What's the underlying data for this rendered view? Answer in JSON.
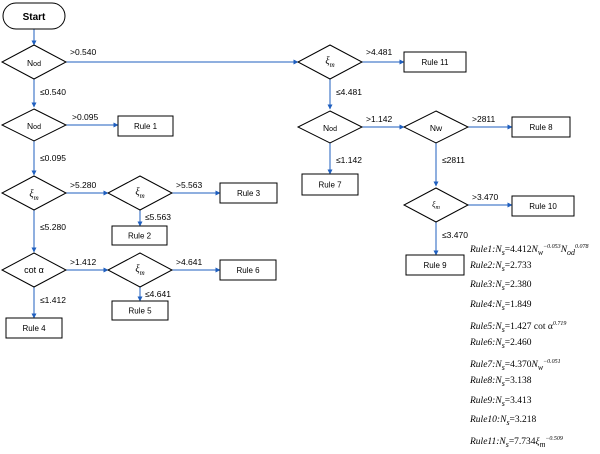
{
  "diagram": {
    "start": "Start",
    "nodes": {
      "d1": {
        "var": "N",
        "sub": "od"
      },
      "d2": {
        "var": "N",
        "sub": "od"
      },
      "d3": {
        "var": "ξ",
        "sub": "m"
      },
      "d4": {
        "var": "ξ",
        "sub": "m"
      },
      "d5": {
        "var": "cot α",
        "sub": ""
      },
      "d6": {
        "var": "ξ",
        "sub": "m"
      },
      "d7": {
        "var": "ξ",
        "sub": "m"
      },
      "d8": {
        "var": "N",
        "sub": "od"
      },
      "d9": {
        "var": "Nw",
        "sub": ""
      },
      "d10": {
        "var": "ξ",
        "sub": "m"
      }
    },
    "edges": {
      "e1": ">0.540",
      "e2": "≤0.540",
      "e3": ">0.095",
      "e4": "≤0.095",
      "e5": ">5.280",
      "e6": ">5.563",
      "e7": "≤5.563",
      "e8": "≤5.280",
      "e9": ">1.412",
      "e10": ">4.641",
      "e11": "≤4.641",
      "e12": "≤1.412",
      "e13": ">4.481",
      "e14": "≤4.481",
      "e15": ">1.142",
      "e16": "≤1.142",
      "e17": ">2811",
      "e18": "≤2811",
      "e19": ">3.470",
      "e20": "≤3.470"
    },
    "rules": {
      "r1": "Rule 1",
      "r2": "Rule 2",
      "r3": "Rule 3",
      "r4": "Rule 4",
      "r5": "Rule 5",
      "r6": "Rule 6",
      "r7": "Rule 7",
      "r8": "Rule 8",
      "r9": "Rule 9",
      "r10": "Rule 10",
      "r11": "Rule 11"
    }
  },
  "formulas": [
    {
      "label": "Rule1",
      "lhs": "N",
      "lsub": "s",
      "eq": "=4.412",
      "tail": "N",
      "tsub": "w",
      "sup": "−0.053",
      "tail2": "N",
      "t2sub": "od",
      "sup2": "0.078"
    },
    {
      "label": "Rule2",
      "lhs": "N",
      "lsub": "s",
      "eq": "=2.733"
    },
    {
      "label": "Rule3",
      "lhs": "N",
      "lsub": "s",
      "eq": "=2.380"
    },
    {
      "label": "Rule4",
      "lhs": "N",
      "lsub": "s",
      "eq": "=1.849"
    },
    {
      "label": "Rule5",
      "lhs": "N",
      "lsub": "s",
      "eq": "=1.427 cot α",
      "sup": "0.719"
    },
    {
      "label": "Rule6",
      "lhs": "N",
      "lsub": "s",
      "eq": "=2.460"
    },
    {
      "label": "Rule7",
      "lhs": "N",
      "lsub": "s",
      "eq": "=4.370",
      "tail": "N",
      "tsub": "w",
      "sup": "−0.051"
    },
    {
      "label": "Rule8",
      "lhs": "N",
      "lsub": "s",
      "eq": "=3.138"
    },
    {
      "label": "Rule9",
      "lhs": "N",
      "lsub": "s",
      "eq": "=3.413"
    },
    {
      "label": "Rule10",
      "lhs": "N",
      "lsub": "s",
      "eq": "=3.218"
    },
    {
      "label": "Rule11",
      "lhs": "N",
      "lsub": "s",
      "eq": "=7.734",
      "tail": "ξ",
      "tsub": "m",
      "sup": "−0.509"
    }
  ]
}
